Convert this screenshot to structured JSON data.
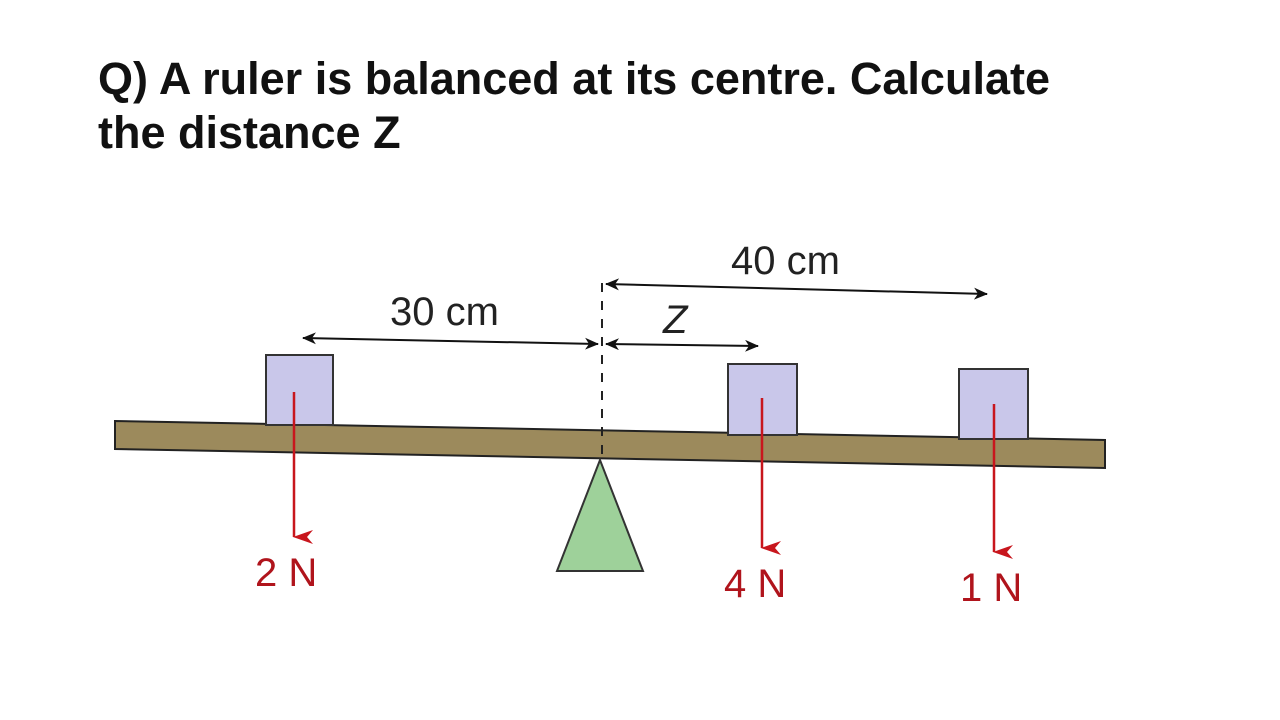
{
  "question": {
    "line1": "Q) A ruler is balanced at its centre. Calculate",
    "line2": "the distance Z"
  },
  "dimensions": {
    "left": "30 cm",
    "z": "Z",
    "right": "40 cm"
  },
  "forces": {
    "left": "2 N",
    "middle": "4 N",
    "right": "1 N"
  },
  "colors": {
    "ruler": "#9c8a5c",
    "weight_block": "#c9c7ea",
    "pivot": "#9ed19a",
    "force_arrow": "#c8161d",
    "force_text": "#b0141c"
  }
}
